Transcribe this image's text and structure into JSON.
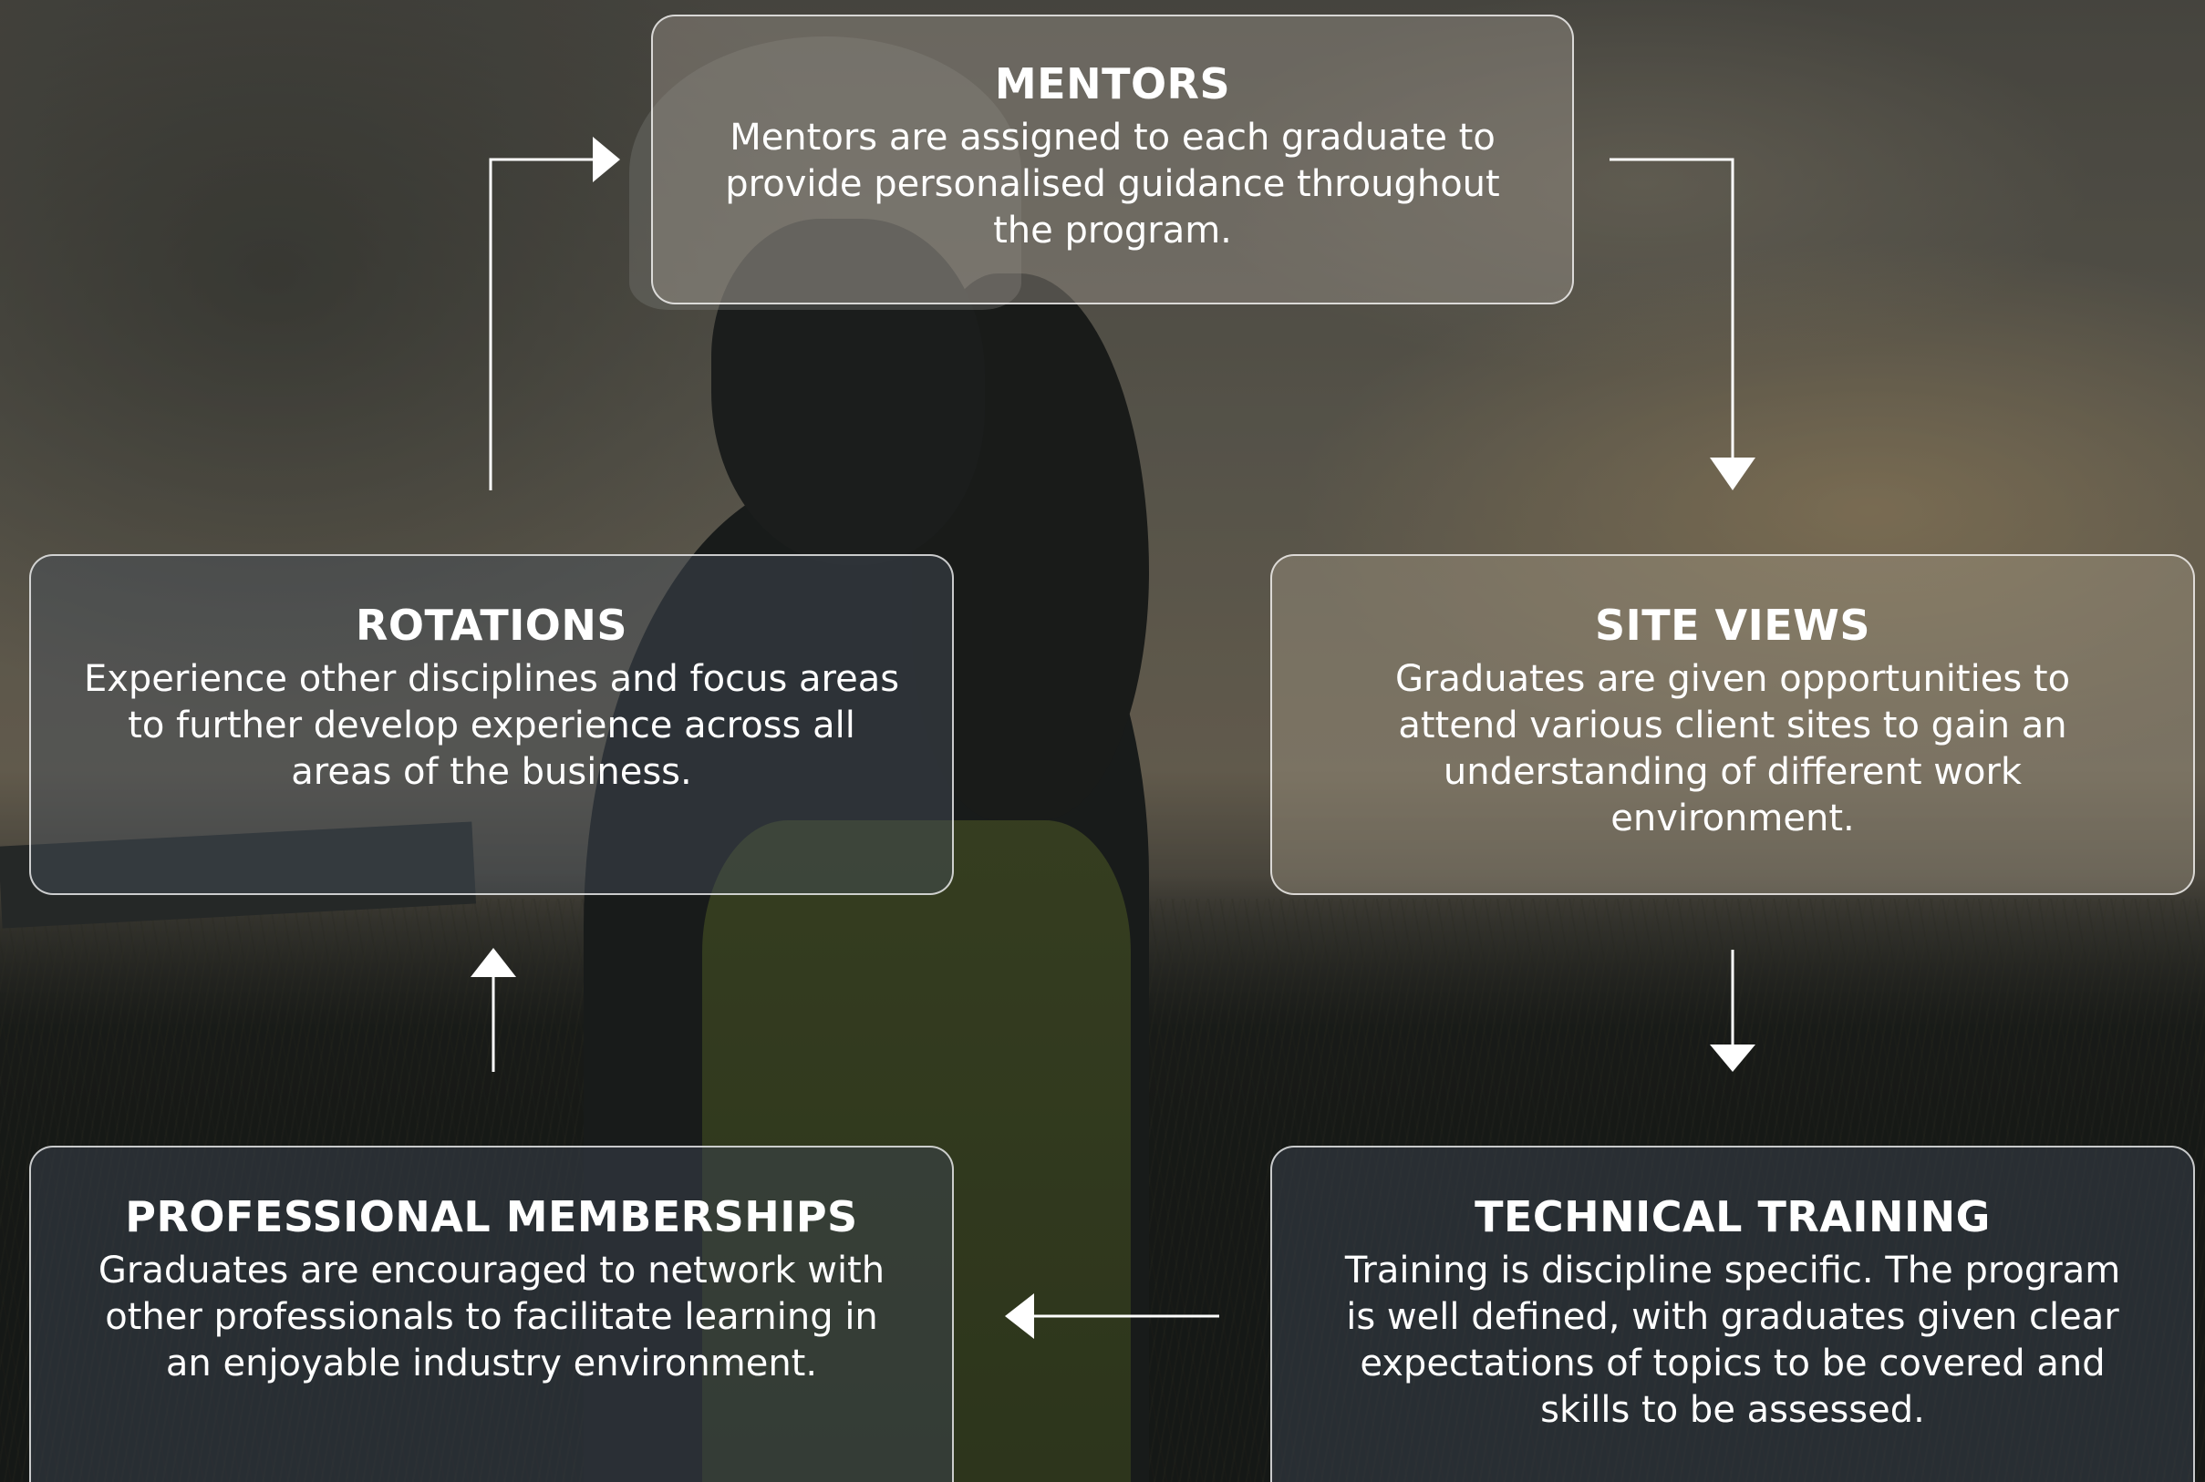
{
  "cards": {
    "mentors": {
      "title": "MENTORS",
      "body": "Mentors are assigned to each graduate to provide personalised guidance throughout the program."
    },
    "site_views": {
      "title": "SITE VIEWS",
      "body": "Graduates are given opportunities to attend various client sites to gain an understanding of different work environment."
    },
    "rotations": {
      "title": "ROTATIONS",
      "body": "Experience other disciplines and focus areas to further develop experience across all areas of the business."
    },
    "professional_memberships": {
      "title": "PROFESSIONAL MEMBERSHIPS",
      "body": "Graduates are encouraged to network with other professionals to facilitate learning in an enjoyable industry environment."
    },
    "technical_training": {
      "title": "TECHNICAL TRAINING",
      "body": "Training is discipline specific. The program is well defined, with graduates given clear expectations of topics to be covered and skills to be assessed."
    }
  },
  "flow": [
    "mentors",
    "site_views",
    "technical_training",
    "professional_memberships",
    "rotations",
    "mentors"
  ],
  "colors": {
    "text": "#ffffff",
    "border": "#ffffff",
    "arrow": "#ffffff"
  }
}
